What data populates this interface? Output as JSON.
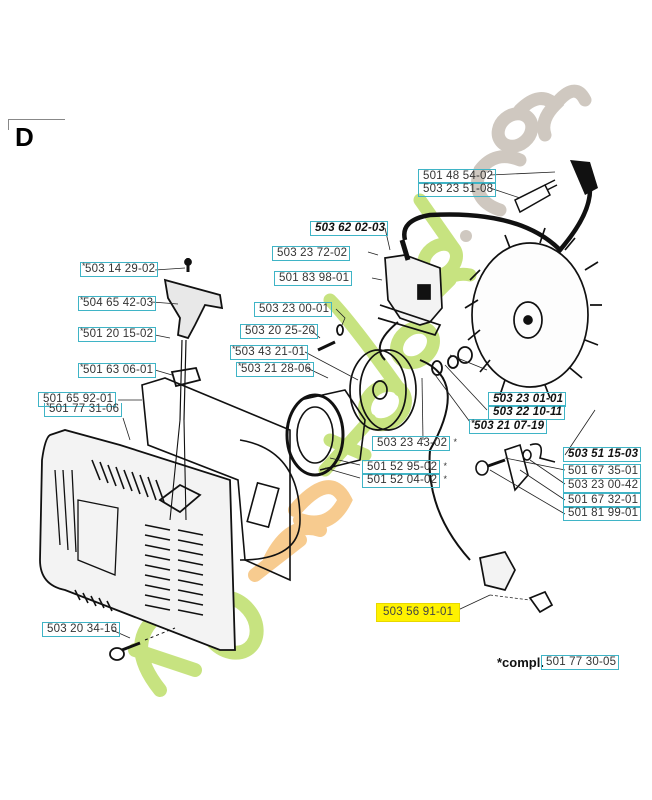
{
  "section": {
    "letter": "D"
  },
  "watermark": {
    "text": "foretgarden.com",
    "colors": {
      "green": "#c5e27a",
      "orange": "#f7c98a",
      "grey": "#cdc6bd"
    }
  },
  "label_color": "#3fb4c6",
  "highlight_color": "#fff200",
  "labels": [
    {
      "id": "p01",
      "part_no": "503 14 29-02",
      "star_prefix": true,
      "bold": false,
      "highlight": false
    },
    {
      "id": "p02",
      "part_no": "504 65 42-03",
      "star_prefix": true,
      "bold": false,
      "highlight": false
    },
    {
      "id": "p03",
      "part_no": "501 20 15-02",
      "star_prefix": true,
      "bold": false,
      "highlight": false
    },
    {
      "id": "p04",
      "part_no": "501 63 06-01",
      "star_prefix": true,
      "bold": false,
      "highlight": false
    },
    {
      "id": "p05",
      "part_no": "501 65 92-01",
      "star_prefix": false,
      "bold": false,
      "highlight": false
    },
    {
      "id": "p06",
      "part_no": "501 77 31-06",
      "star_prefix": true,
      "bold": false,
      "highlight": false
    },
    {
      "id": "p07",
      "part_no": "503 20 34-16",
      "star_prefix": false,
      "bold": false,
      "highlight": false
    },
    {
      "id": "p08",
      "part_no": "503 62 02-03",
      "star_prefix": false,
      "bold": true,
      "highlight": false
    },
    {
      "id": "p09",
      "part_no": "503 23 72-02",
      "star_prefix": false,
      "bold": false,
      "highlight": false
    },
    {
      "id": "p10",
      "part_no": "501 83 98-01",
      "star_prefix": false,
      "bold": false,
      "highlight": false
    },
    {
      "id": "p11",
      "part_no": "503 23 00-01",
      "star_prefix": false,
      "bold": false,
      "highlight": false
    },
    {
      "id": "p12",
      "part_no": "503 20 25-20",
      "star_prefix": false,
      "bold": false,
      "highlight": false
    },
    {
      "id": "p13",
      "part_no": "503 43 21-01",
      "star_prefix": true,
      "bold": false,
      "highlight": false
    },
    {
      "id": "p14",
      "part_no": "503 21 28-06",
      "star_prefix": true,
      "bold": false,
      "highlight": false
    },
    {
      "id": "p15",
      "part_no": "501 48 54-02",
      "star_prefix": false,
      "bold": false,
      "highlight": false
    },
    {
      "id": "p16",
      "part_no": "503 23 51-08",
      "star_prefix": false,
      "bold": false,
      "highlight": false
    },
    {
      "id": "p17",
      "part_no": "503 23 01-01",
      "star_prefix": false,
      "bold": true,
      "highlight": false
    },
    {
      "id": "p18",
      "part_no": "503 22 10-11",
      "star_prefix": false,
      "bold": true,
      "highlight": false
    },
    {
      "id": "p19",
      "part_no": "503 21 07-19",
      "star_prefix": true,
      "bold": true,
      "highlight": false
    },
    {
      "id": "p20",
      "part_no": "503 23 43-02",
      "star_suffix": true,
      "bold": false,
      "highlight": false
    },
    {
      "id": "p21",
      "part_no": "501 52 95-02",
      "star_suffix": true,
      "bold": false,
      "highlight": false
    },
    {
      "id": "p22",
      "part_no": "501 52 04-02",
      "star_suffix": true,
      "bold": false,
      "highlight": false
    },
    {
      "id": "p23",
      "part_no": "503 51 15-03",
      "star_prefix": false,
      "bold": true,
      "highlight": false
    },
    {
      "id": "p24",
      "part_no": "501 67 35-01",
      "star_prefix": false,
      "bold": false,
      "highlight": false
    },
    {
      "id": "p25",
      "part_no": "503 23 00-42",
      "star_prefix": false,
      "bold": false,
      "highlight": false
    },
    {
      "id": "p26",
      "part_no": "501 67 32-01",
      "star_prefix": false,
      "bold": false,
      "highlight": false
    },
    {
      "id": "p27",
      "part_no": "501 81 99-01",
      "star_prefix": false,
      "bold": false,
      "highlight": false
    },
    {
      "id": "p28",
      "part_no": "503 56 91-01",
      "star_prefix": false,
      "bold": false,
      "highlight": true
    },
    {
      "id": "p29",
      "part_no": "501 77 30-05",
      "star_prefix": false,
      "bold": false,
      "highlight": false
    }
  ],
  "footnote": {
    "text": "*compl."
  },
  "star": "*"
}
